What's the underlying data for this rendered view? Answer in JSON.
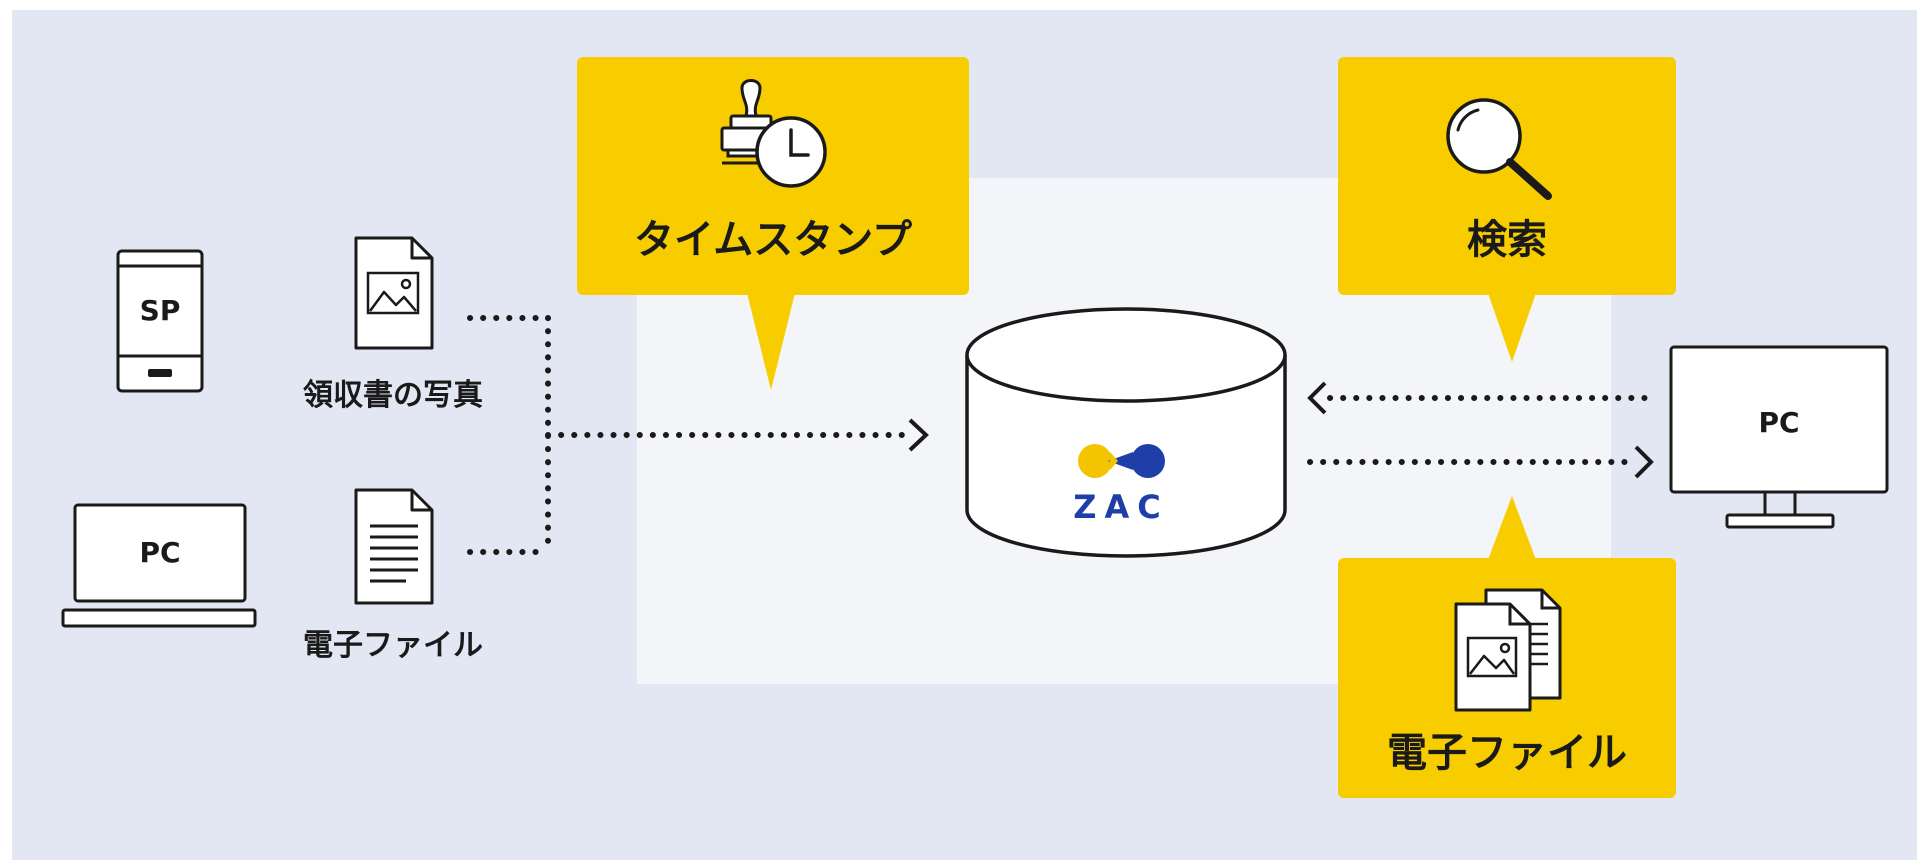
{
  "diagram": {
    "colors": {
      "page_background": "#e3e7f3",
      "center_panel": "#f4f5f9",
      "callout": "#f7cd00",
      "line": "#1a1a1a",
      "zac_yellow": "#f2c500",
      "zac_blue": "#1f3fa8"
    },
    "left": {
      "smartphone_label": "SP",
      "laptop_label": "PC",
      "photo_caption": "領収書の写真",
      "file_caption": "電子ファイル"
    },
    "center": {
      "database_logo_text": "ZAC",
      "callout_timestamp": "タイムスタンプ",
      "callout_search": "検索",
      "callout_efile": "電子ファイル"
    },
    "right": {
      "monitor_label": "PC"
    },
    "icons": {
      "smartphone": "smartphone-icon",
      "laptop": "laptop-icon",
      "image_file": "image-file-icon",
      "text_file": "text-file-icon",
      "stamp_clock": "stamp-clock-icon",
      "search": "magnifier-icon",
      "files": "stacked-files-icon",
      "database": "database-icon",
      "monitor": "monitor-icon"
    }
  }
}
